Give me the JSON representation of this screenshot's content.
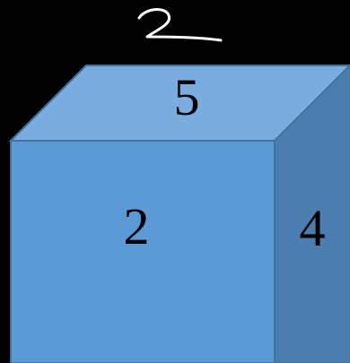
{
  "figure": {
    "handwritten_mark": "2",
    "faces": {
      "top": {
        "label": "5",
        "color": "#7aaddf"
      },
      "front": {
        "label": "2",
        "color": "#5b9bd5"
      },
      "side": {
        "label": "4",
        "color": "#4a7eb0"
      }
    },
    "edge_color": "#41719c",
    "mark_color": "#ffffff",
    "background": "#000000"
  }
}
